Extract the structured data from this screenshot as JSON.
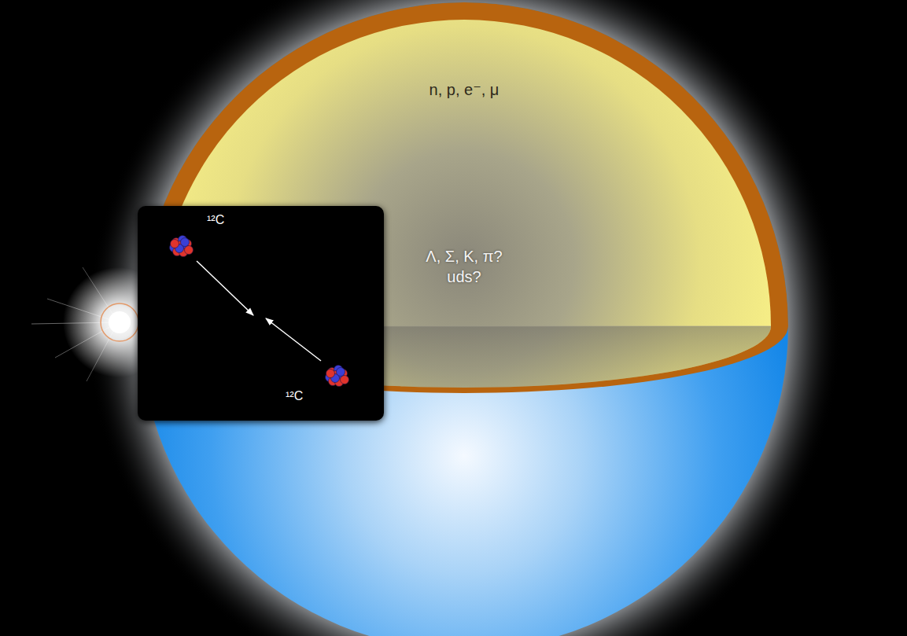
{
  "diagram": {
    "nodes": [
      {
        "text": [
          "n, p, e⁻, μ",
          "Λ, Σ, K, π? uds?"
        ]
      },
      {
        "text": [
          "¹²C",
          "¹²C"
        ]
      }
    ]
  }
}
